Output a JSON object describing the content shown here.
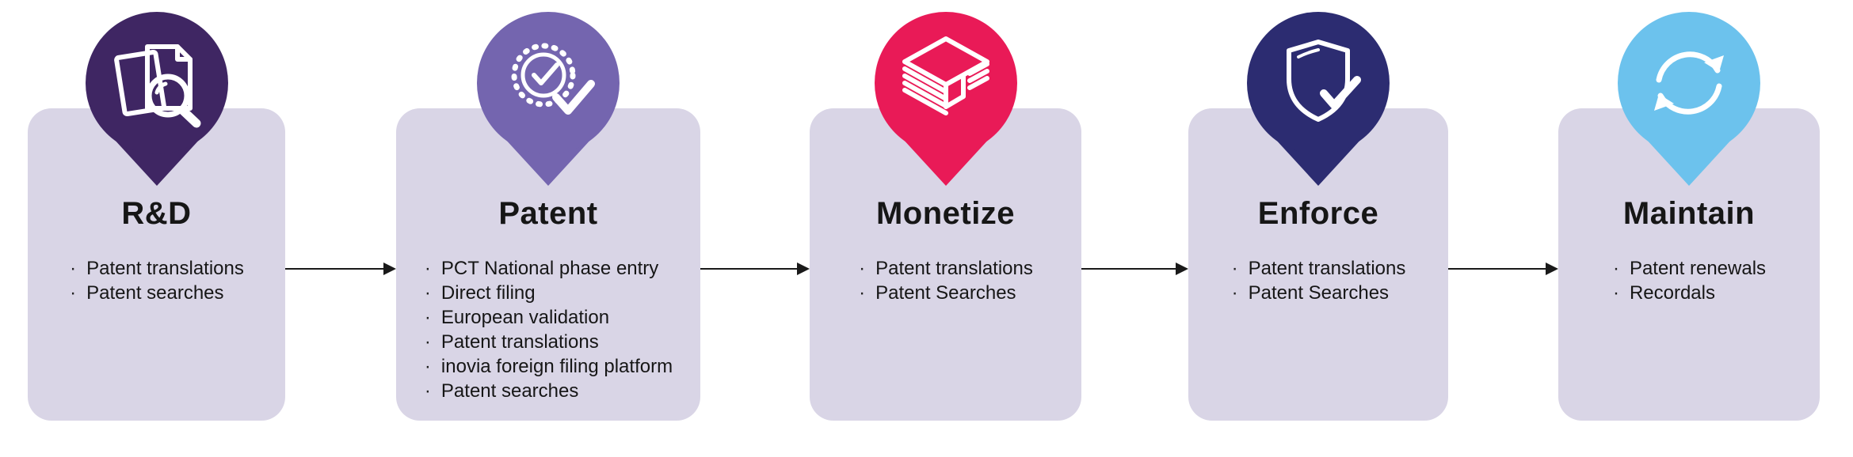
{
  "styles": {
    "card_bg": "#d9d5e6",
    "arrow_color": "#1a1a1a",
    "text_color": "#161616"
  },
  "bullet_char": "·",
  "stages": [
    {
      "title": "R&D",
      "icon": "documents-search",
      "pin_color": "#3f2663",
      "items": [
        "Patent translations",
        "Patent searches"
      ]
    },
    {
      "title": "Patent",
      "icon": "certificate-check",
      "pin_color": "#7465af",
      "items": [
        "PCT National phase entry",
        "Direct filing",
        "European validation",
        "Patent translations",
        "inovia foreign filing platform",
        "Patent searches"
      ]
    },
    {
      "title": "Monetize",
      "icon": "money-stack",
      "pin_color": "#e91a57",
      "items": [
        "Patent translations",
        "Patent Searches"
      ]
    },
    {
      "title": "Enforce",
      "icon": "shield-check",
      "pin_color": "#2c2c71",
      "items": [
        "Patent translations",
        "Patent Searches"
      ]
    },
    {
      "title": "Maintain",
      "icon": "refresh-arrows",
      "pin_color": "#6cc2ed",
      "items": [
        "Patent renewals",
        "Recordals"
      ]
    }
  ]
}
